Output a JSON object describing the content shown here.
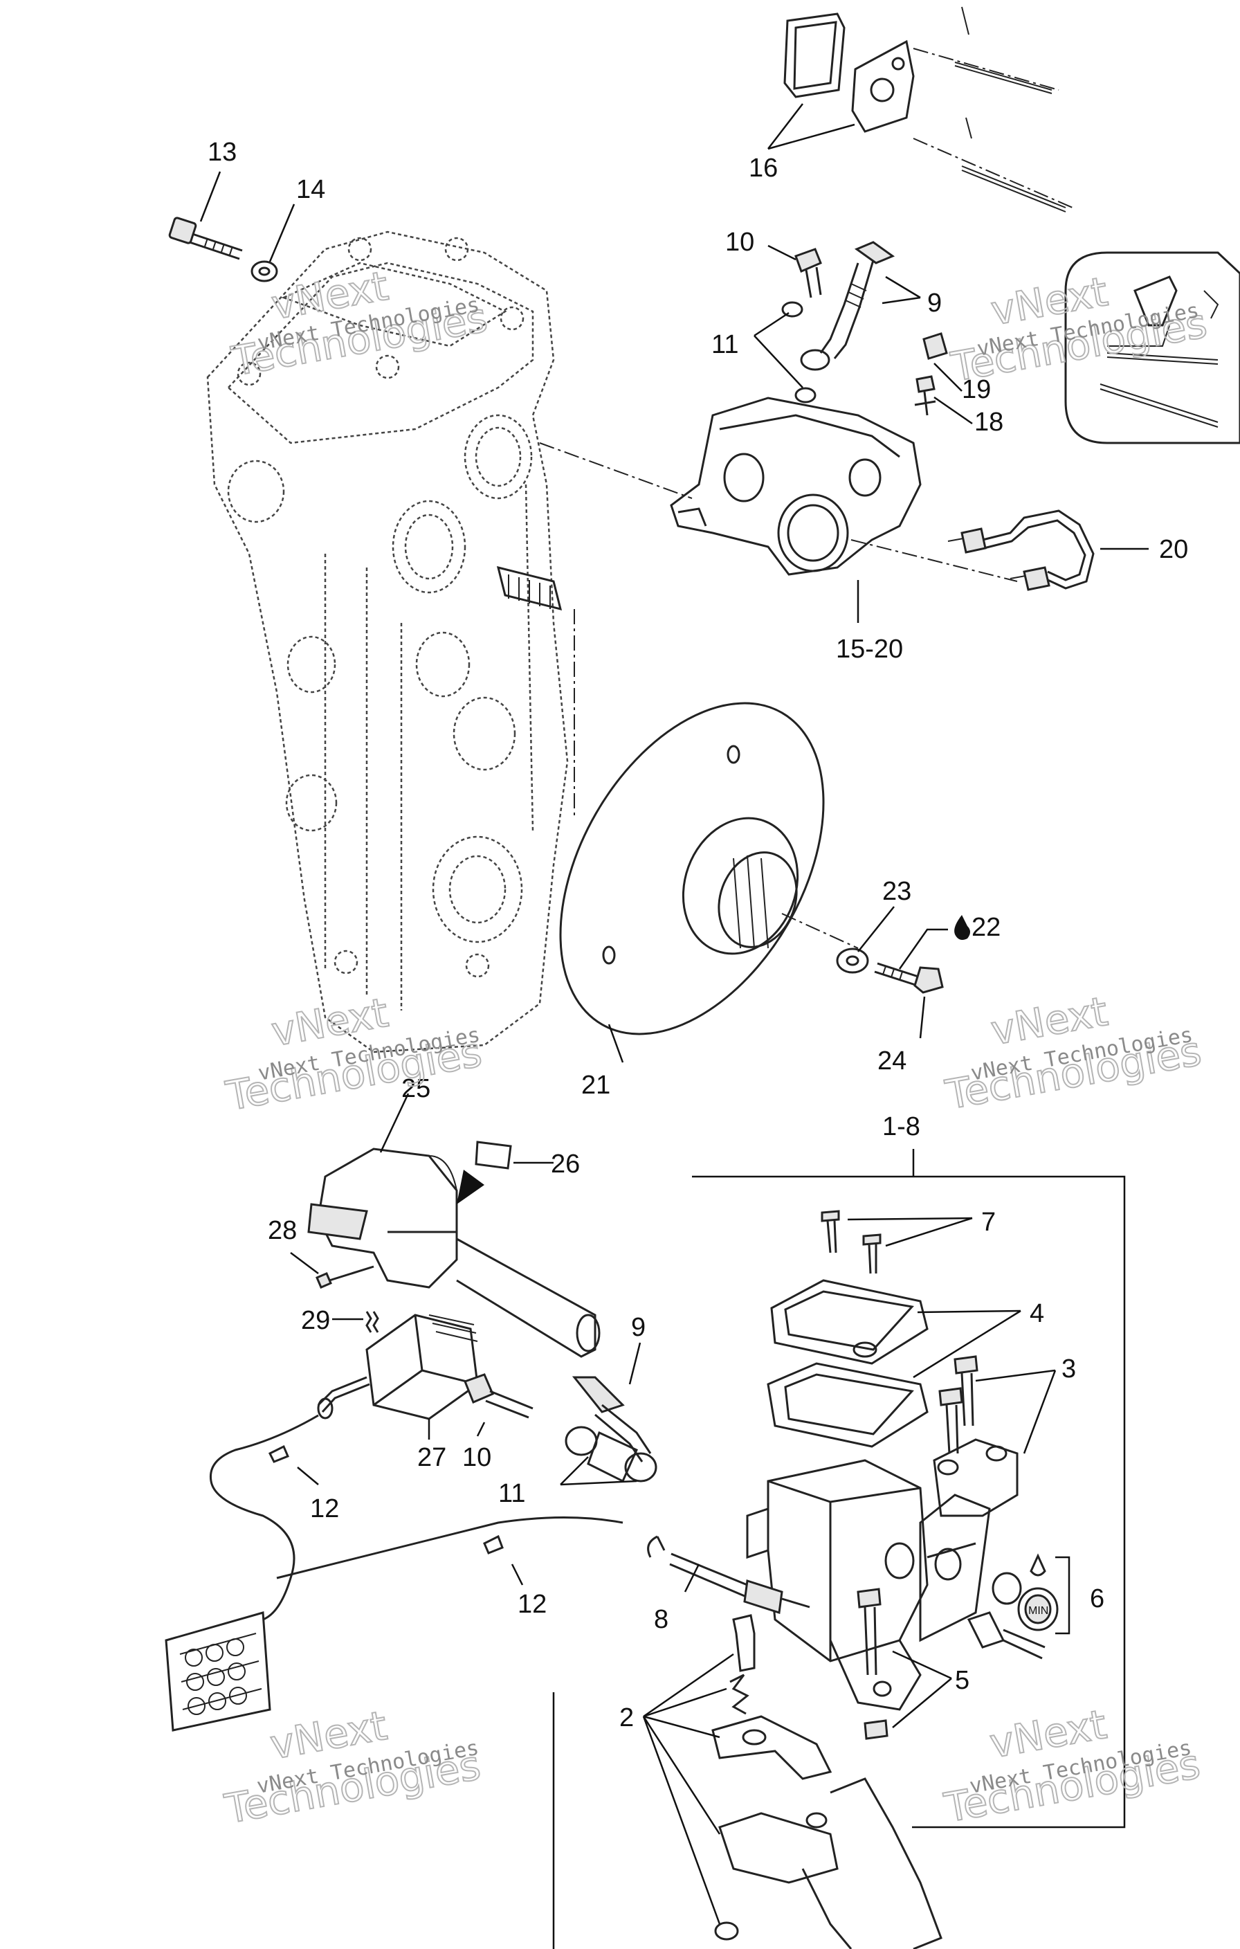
{
  "watermark": {
    "line_small": "vNext Technologies",
    "line_big_1": "vNext",
    "line_big_2": "Technologies"
  },
  "callouts": {
    "c13": "13",
    "c14": "14",
    "c16": "16",
    "c10a": "10",
    "c9a": "9",
    "c11a": "11",
    "c19": "19",
    "c18": "18",
    "c20": "20",
    "c15_20": "15-20",
    "c23": "23",
    "c22": "22",
    "c24": "24",
    "c21": "21",
    "c25": "25",
    "c26": "26",
    "c1_8": "1-8",
    "c7": "7",
    "c28": "28",
    "c29": "29",
    "c9b": "9",
    "c4": "4",
    "c3": "3",
    "c10b": "10",
    "c27": "27",
    "c11b": "11",
    "c12a": "12",
    "c12b": "12",
    "c8": "8",
    "c6": "6",
    "c5": "5",
    "c2": "2"
  },
  "labels": {
    "mini_badge": "MIN"
  },
  "icons": {
    "oil_drop": "oil-drop-icon"
  }
}
